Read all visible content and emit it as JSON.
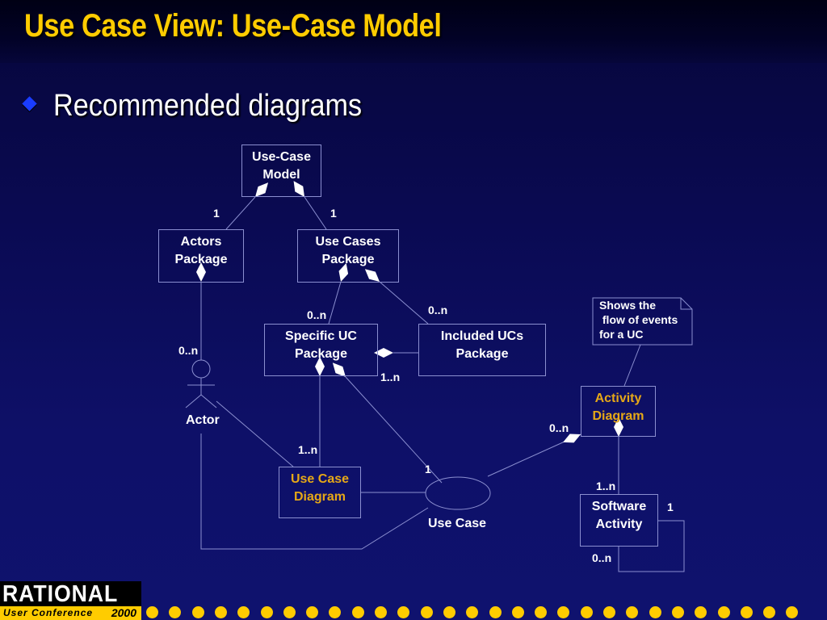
{
  "slide": {
    "title": "Use Case View: Use-Case Model",
    "bullet": "Recommended diagrams"
  },
  "colors": {
    "title": "#ffcc00",
    "bullet": "#1a3cff",
    "highlight_node": "#e6a817",
    "line": "#8b8fd0"
  },
  "nodes": {
    "use_case_model": "Use-Case\nModel",
    "actors_package": "Actors\nPackage",
    "use_cases_package": "Use Cases\nPackage",
    "specific_uc_package": "Specific UC\nPackage",
    "included_ucs_package": "Included UCs\nPackage",
    "use_case_diagram": "Use Case\nDiagram",
    "activity_diagram": "Activity\nDiagram",
    "software_activity": "Software\nActivity"
  },
  "note": "Shows the\n flow of events\nfor a UC",
  "labels": {
    "actor": "Actor",
    "use_case": "Use Case"
  },
  "multiplicities": {
    "model_actors": "1",
    "model_usecases": "1",
    "usecases_specific": "0..n",
    "usecases_included": "0..n",
    "actors_actor": "0..n",
    "specific_included": "1..n",
    "specific_diagram": "1..n",
    "specific_usecase": "1",
    "usecase_activity": "0..n",
    "activity_software": "1..n",
    "software_self_1": "1",
    "software_self_n": "0..n"
  },
  "footer": {
    "logo_text": "RATIONAL",
    "logo_subtitle": "User Conference",
    "logo_year": "2000"
  }
}
